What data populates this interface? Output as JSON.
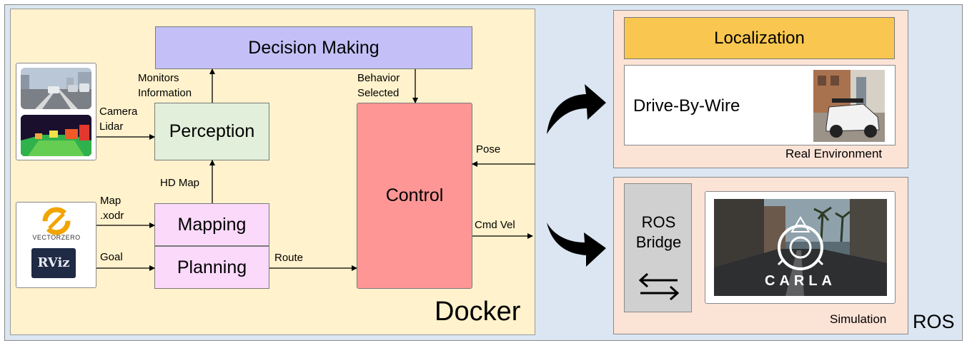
{
  "labels": {
    "ros": "ROS",
    "docker": "Docker",
    "decision_making": "Decision Making",
    "perception": "Perception",
    "mapping": "Mapping",
    "planning": "Planning",
    "control": "Control",
    "localization": "Localization",
    "drive_by_wire": "Drive-By-Wire",
    "real_environment": "Real Environment",
    "ros_bridge_line1": "ROS",
    "ros_bridge_line2": "Bridge",
    "simulation": "Simulation",
    "carla_logo_text": "CARLA",
    "vectorzero_logo_text": "VECTORZERO",
    "rviz_logo_text": "RViz"
  },
  "edges": {
    "monitors_line1": "Monitors",
    "monitors_line2": "Information",
    "behavior_line1": "Behavior",
    "behavior_line2": "Selected",
    "camera": "Camera",
    "lidar": "Lidar",
    "hd_map": "HD Map",
    "map_line1": "Map",
    "map_line2": ".xodr",
    "goal": "Goal",
    "route": "Route",
    "pose": "Pose",
    "cmd_vel": "Cmd Vel"
  },
  "colors": {
    "ros_background": "#dbe6f2",
    "docker_background": "#fff2cc",
    "decision_making": "#c4c0f7",
    "perception": "#e2efda",
    "mapping_planning": "#fbd9fb",
    "control": "#ff9696",
    "localization": "#f9c74f",
    "right_panels": "#fbe3d6",
    "ros_bridge": "#d0d0d0"
  }
}
